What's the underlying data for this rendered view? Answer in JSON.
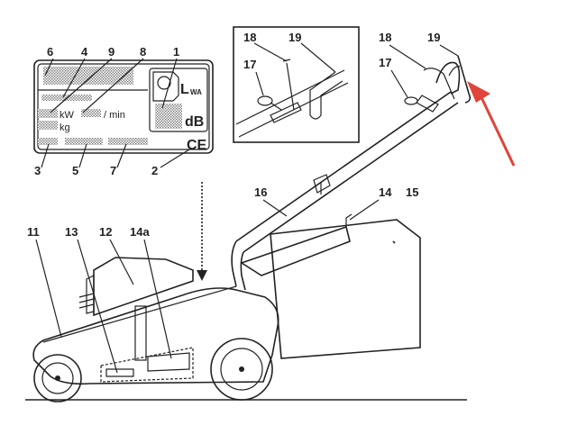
{
  "label_plate": {
    "kw": "kW",
    "per_min": "/ min",
    "kg": "kg",
    "lwa_main": "L",
    "lwa_sub": "WA",
    "db": "dB",
    "ce": "CE"
  },
  "callouts": {
    "n1": "1",
    "n2": "2",
    "n3": "3",
    "n4": "4",
    "n5": "5",
    "n6": "6",
    "n7": "7",
    "n8": "8",
    "n9": "9",
    "n11": "11",
    "n12": "12",
    "n13": "13",
    "n14": "14",
    "n14a": "14a",
    "n15": "15",
    "n16": "16",
    "n17a": "17",
    "n17b": "17",
    "n18a": "18",
    "n18b": "18",
    "n19a": "19",
    "n19b": "19"
  },
  "colors": {
    "arrow": "#e0443a",
    "ink": "#222222"
  }
}
